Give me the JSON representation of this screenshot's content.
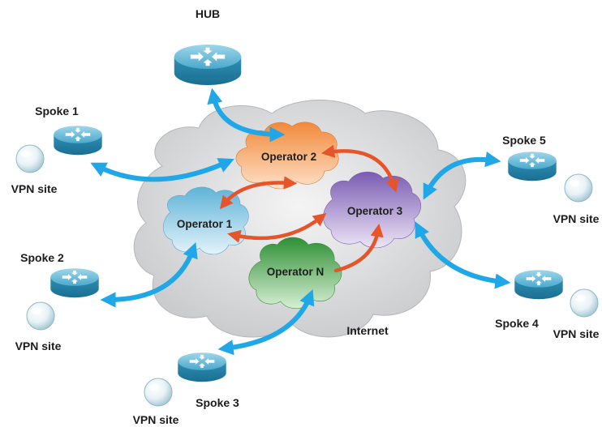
{
  "labels": {
    "hub": "HUB",
    "internet": "Internet",
    "spoke1": "Spoke 1",
    "spoke2": "Spoke 2",
    "spoke3": "Spoke 3",
    "spoke4": "Spoke 4",
    "spoke5": "Spoke 5",
    "vpn_site": "VPN site"
  },
  "operators": {
    "op1": "Operator 1",
    "op2": "Operator 2",
    "op3": "Operator 3",
    "opN": "Operator N"
  },
  "colors": {
    "internet_cloud": "#d9dadb",
    "op1": "#8fc9e3",
    "op2": "#f4a45e",
    "op3": "#9b83c6",
    "opN": "#4aa34c",
    "blue_arrow": "#1fa7e8",
    "red_arrow": "#e6542a",
    "router": "#3fa3c4"
  },
  "icons": {
    "router": "router-icon",
    "vpn_site": "globe-icon"
  }
}
